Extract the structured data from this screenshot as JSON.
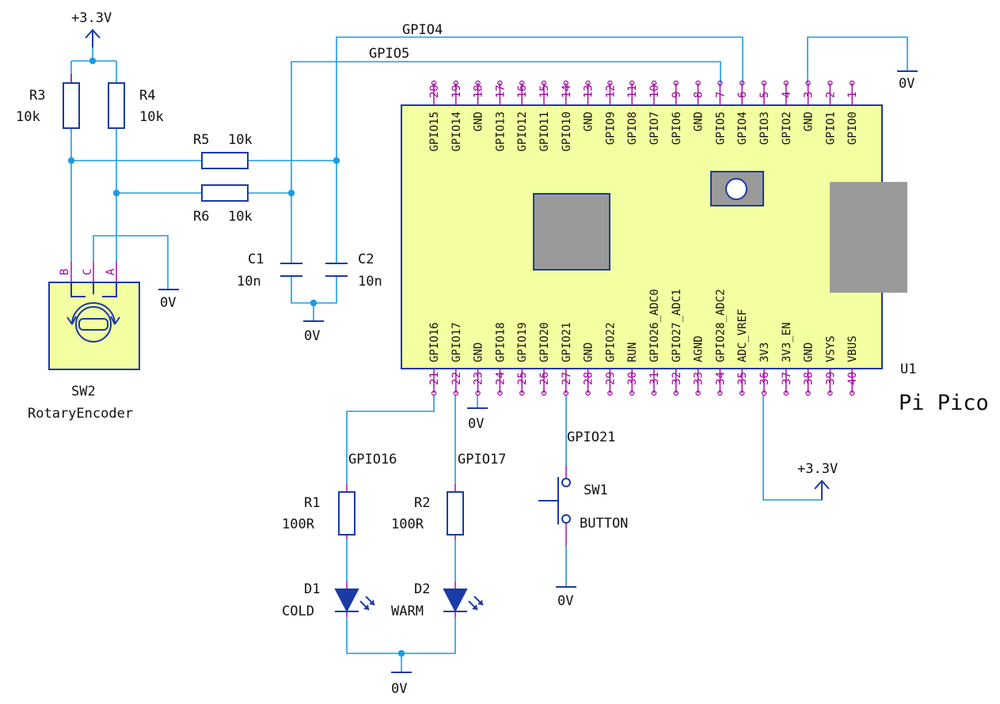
{
  "rails": {
    "vcc": "+3.3V",
    "gnd": "0V"
  },
  "nets": {
    "gpio4": "GPIO4",
    "gpio5": "GPIO5",
    "gpio16": "GPIO16",
    "gpio17": "GPIO17",
    "gpio21": "GPIO21"
  },
  "components": {
    "R3": {
      "ref": "R3",
      "value": "10k"
    },
    "R4": {
      "ref": "R4",
      "value": "10k"
    },
    "R5": {
      "ref": "R5",
      "value": "10k"
    },
    "R6": {
      "ref": "R6",
      "value": "10k"
    },
    "C1": {
      "ref": "C1",
      "value": "10n"
    },
    "C2": {
      "ref": "C2",
      "value": "10n"
    },
    "R1": {
      "ref": "R1",
      "value": "100R"
    },
    "R2": {
      "ref": "R2",
      "value": "100R"
    },
    "D1": {
      "ref": "D1",
      "value": "COLD"
    },
    "D2": {
      "ref": "D2",
      "value": "WARM"
    },
    "SW1": {
      "ref": "SW1",
      "value": "BUTTON"
    },
    "SW2": {
      "ref": "SW2",
      "value": "RotaryEncoder"
    },
    "U1": {
      "ref": "U1",
      "value": "Pi Pico"
    }
  },
  "encoder_pins": [
    "B",
    "C",
    "A"
  ],
  "pico_top_pins": [
    {
      "num": "20",
      "name": "GPIO15"
    },
    {
      "num": "19",
      "name": "GPIO14"
    },
    {
      "num": "18",
      "name": "GND"
    },
    {
      "num": "17",
      "name": "GPIO13"
    },
    {
      "num": "16",
      "name": "GPIO12"
    },
    {
      "num": "15",
      "name": "GPIO11"
    },
    {
      "num": "14",
      "name": "GPIO10"
    },
    {
      "num": "13",
      "name": "GND"
    },
    {
      "num": "12",
      "name": "GPIO9"
    },
    {
      "num": "11",
      "name": "GPIO8"
    },
    {
      "num": "10",
      "name": "GPIO7"
    },
    {
      "num": "9",
      "name": "GPIO6"
    },
    {
      "num": "8",
      "name": "GND"
    },
    {
      "num": "7",
      "name": "GPIO5"
    },
    {
      "num": "6",
      "name": "GPIO4"
    },
    {
      "num": "5",
      "name": "GPIO3"
    },
    {
      "num": "4",
      "name": "GPIO2"
    },
    {
      "num": "3",
      "name": "GND"
    },
    {
      "num": "2",
      "name": "GPIO1"
    },
    {
      "num": "1",
      "name": "GPIO0"
    }
  ],
  "pico_bottom_pins": [
    {
      "num": "21",
      "name": "GPIO16"
    },
    {
      "num": "22",
      "name": "GPIO17"
    },
    {
      "num": "23",
      "name": "GND"
    },
    {
      "num": "24",
      "name": "GPIO18"
    },
    {
      "num": "25",
      "name": "GPIO19"
    },
    {
      "num": "26",
      "name": "GPIO20"
    },
    {
      "num": "27",
      "name": "GPIO21"
    },
    {
      "num": "28",
      "name": "GND"
    },
    {
      "num": "29",
      "name": "GPIO22"
    },
    {
      "num": "30",
      "name": "RUN"
    },
    {
      "num": "31",
      "name": "GPIO26_ADC0"
    },
    {
      "num": "32",
      "name": "GPIO27_ADC1"
    },
    {
      "num": "33",
      "name": "AGND"
    },
    {
      "num": "34",
      "name": "GPIO28_ADC2"
    },
    {
      "num": "35",
      "name": "ADC_VREF"
    },
    {
      "num": "36",
      "name": "3V3"
    },
    {
      "num": "37",
      "name": "3V3_EN"
    },
    {
      "num": "38",
      "name": "GND"
    },
    {
      "num": "39",
      "name": "VSYS"
    },
    {
      "num": "40",
      "name": "VBUS"
    }
  ]
}
